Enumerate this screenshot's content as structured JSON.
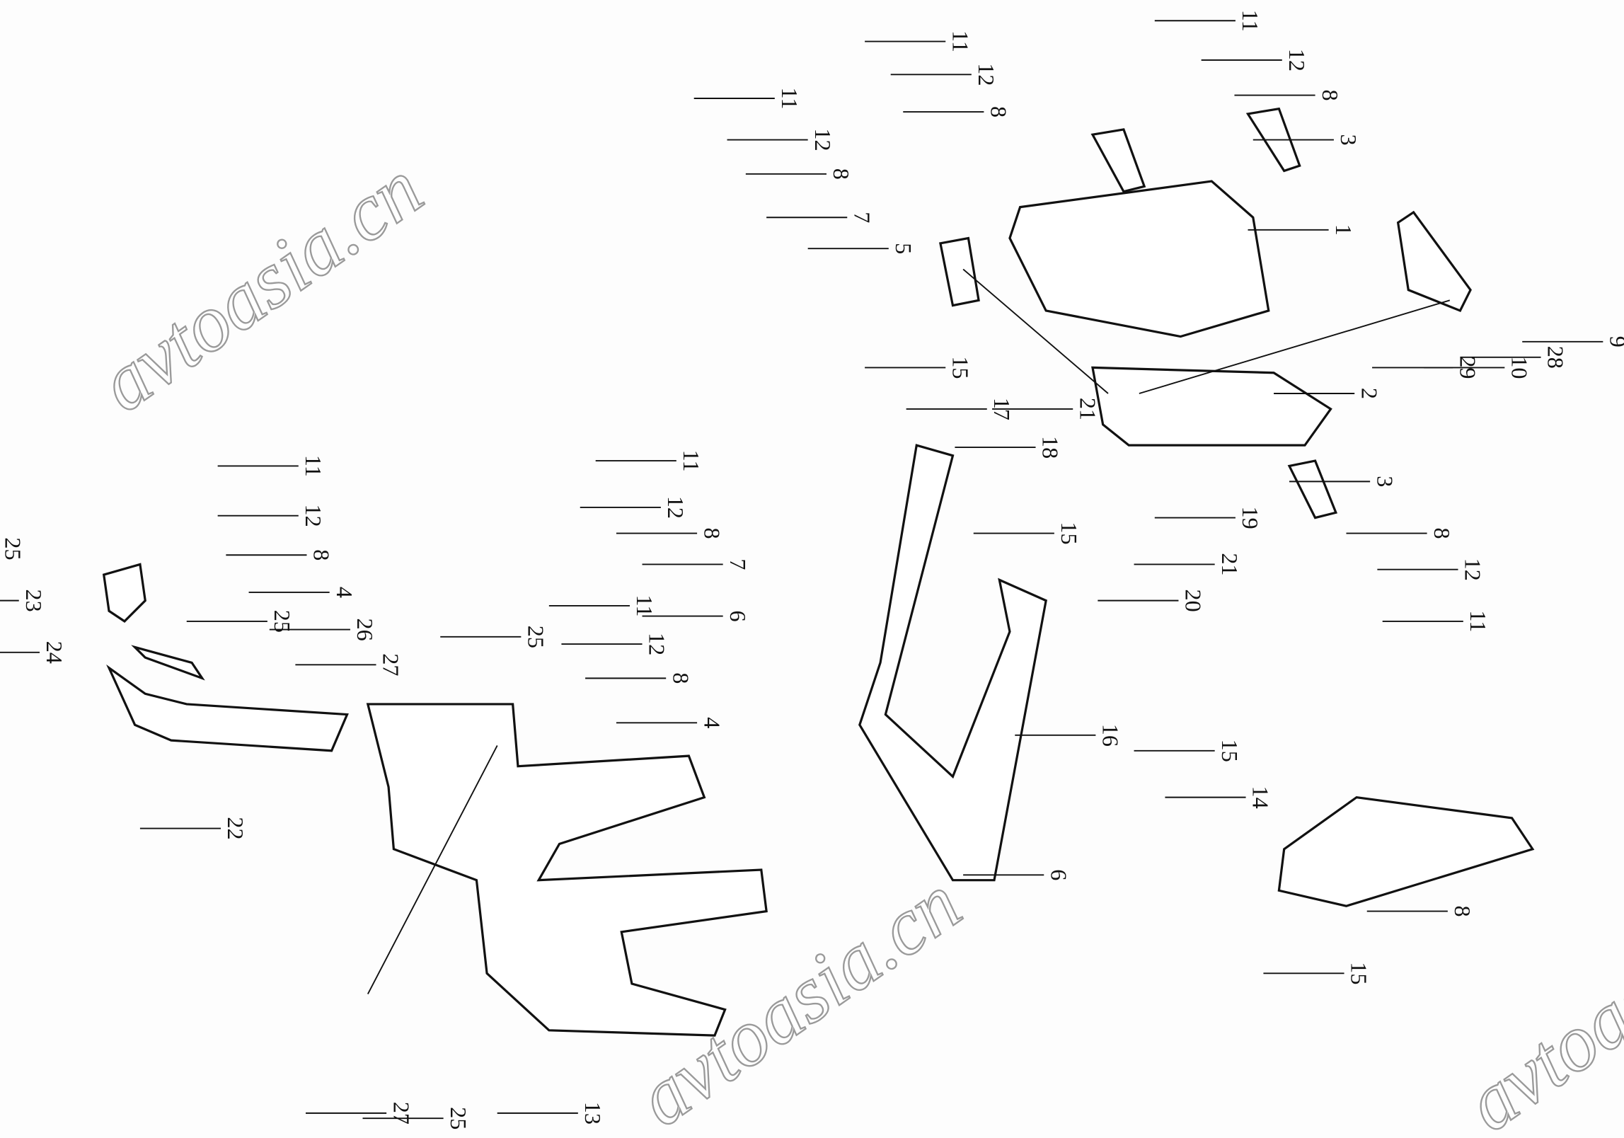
{
  "diagram": {
    "type": "exploded-parts-diagram",
    "watermark": "avtoasia.cn",
    "labels": [
      "11",
      "12",
      "8",
      "3",
      "11",
      "12",
      "8",
      "11",
      "12",
      "8",
      "7",
      "5",
      "1",
      "29",
      "10",
      "28",
      "9",
      "2",
      "15",
      "17",
      "18",
      "21",
      "15",
      "19",
      "21",
      "20",
      "3",
      "8",
      "12",
      "11",
      "11",
      "12",
      "8",
      "7",
      "6",
      "16",
      "6",
      "11",
      "12",
      "8",
      "4",
      "26",
      "27",
      "25",
      "11",
      "12",
      "8",
      "4",
      "25",
      "23",
      "25",
      "24",
      "22",
      "15",
      "14",
      "8",
      "15",
      "27",
      "25",
      "13"
    ]
  }
}
